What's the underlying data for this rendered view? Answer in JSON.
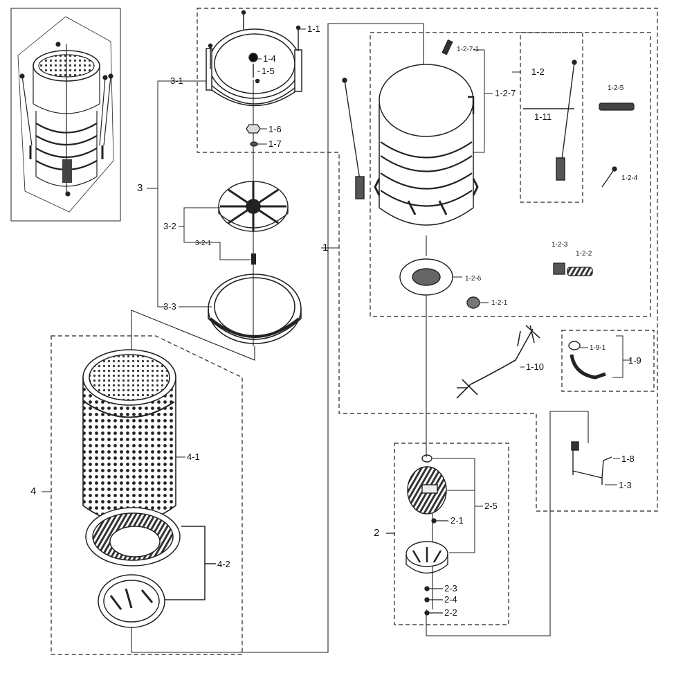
{
  "diagram": {
    "labels": {
      "l_1_1": "1-1",
      "l_1_4": "1-4",
      "l_1_5": "1-5",
      "l_1_6": "1-6",
      "l_1_7": "1-7",
      "l_3_1": "3-1",
      "l_3": "3",
      "l_3_2": "3-2",
      "l_3_2_1": "3-2-1",
      "l_3_3": "3-3",
      "l_1_2_7_1": "1-2-7-1",
      "l_1_2_7": "1-2-7",
      "l_1_2": "1-2",
      "l_1_11": "1-11",
      "l_1_2_5": "1-2-5",
      "l_1_2_4": "1-2-4",
      "l_1": "1",
      "l_1_2_3": "1-2-3",
      "l_1_2_2": "1-2-2",
      "l_1_2_6": "1-2-6",
      "l_1_2_1": "1-2-1",
      "l_1_10": "1-10",
      "l_1_9_1": "1-9-1",
      "l_1_9": "1-9",
      "l_1_8": "1-8",
      "l_1_3": "1-3",
      "l_4": "4",
      "l_4_1": "4-1",
      "l_4_2": "4-2",
      "l_2": "2",
      "l_2_5": "2-5",
      "l_2_1": "2-1",
      "l_2_3": "2-3",
      "l_2_4": "2-4",
      "l_2_2": "2-2"
    }
  }
}
